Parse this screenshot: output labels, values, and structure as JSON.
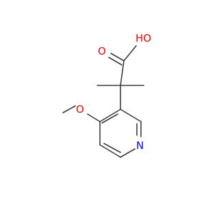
{
  "molecule": {
    "atoms": {
      "oh": {
        "text": "HO",
        "color": "#ff0000"
      },
      "carbonyl_o": {
        "text": "O",
        "color": "#ff0000"
      },
      "methoxy_o": {
        "text": "O",
        "color": "#ff0000"
      },
      "ring_n": {
        "text": "N",
        "color": "#0000ff"
      }
    },
    "bond_color": "#3a3a3a"
  }
}
